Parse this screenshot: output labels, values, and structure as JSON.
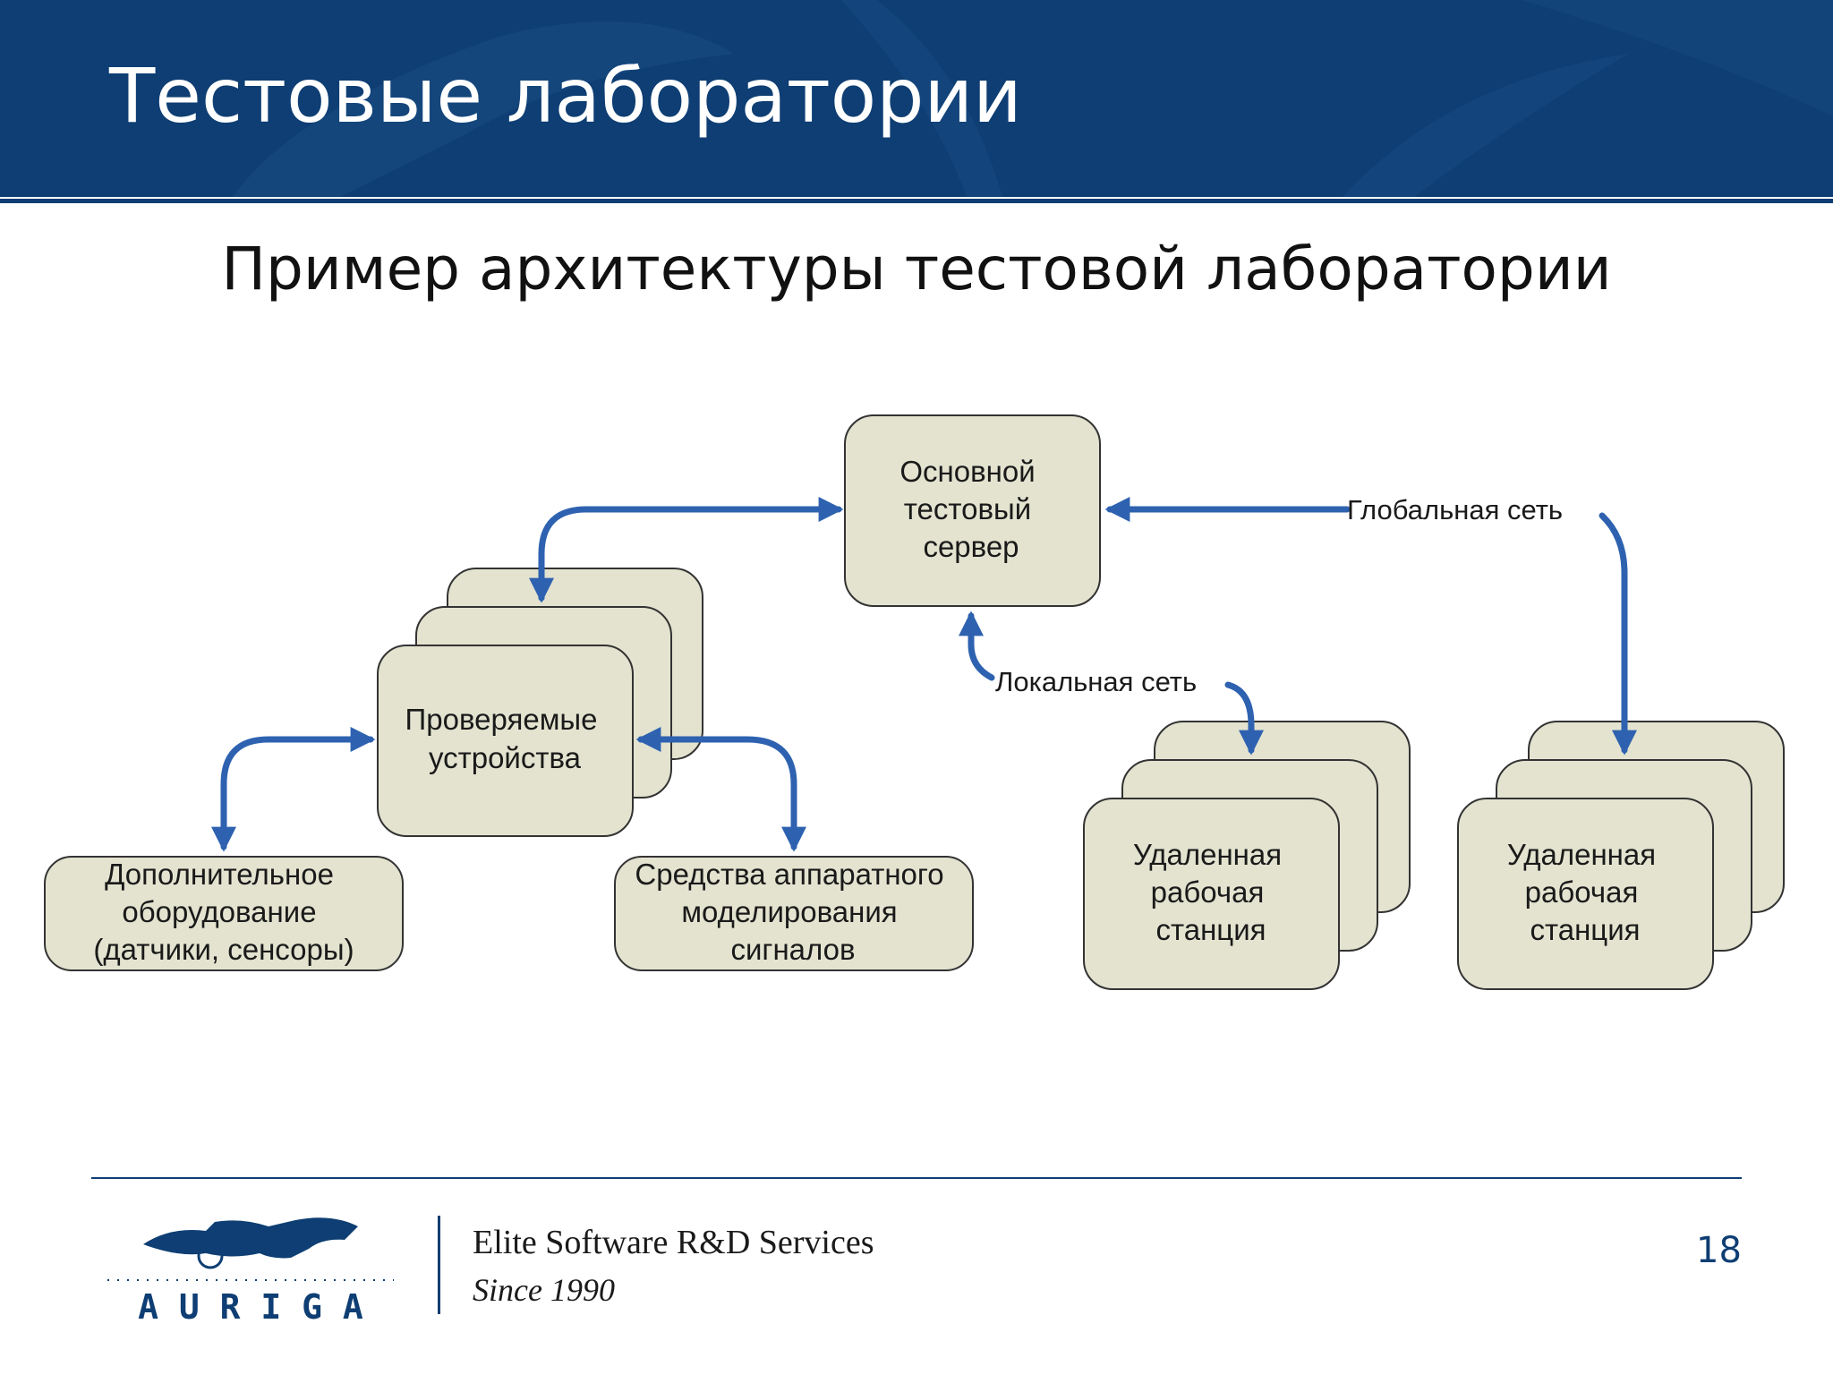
{
  "header": {
    "title": "Тестовые лаборатории"
  },
  "subtitle": "Пример архитектуры тестовой лаборатории",
  "diagram": {
    "nodes": {
      "server": [
        "Основной",
        "тестовый",
        "сервер"
      ],
      "devices": [
        "Проверяемые",
        "устройства"
      ],
      "extra": [
        "Дополнительное",
        "оборудование",
        "(датчики, сенсоры)"
      ],
      "hardware": [
        "Средства аппаратного",
        "моделирования",
        "сигналов"
      ],
      "ws_local": [
        "Удаленная",
        "рабочая",
        "станция"
      ],
      "ws_global": [
        "Удаленная",
        "рабочая",
        "станция"
      ]
    },
    "edges": {
      "global": "Глобальная сеть",
      "local": "Локальная сеть"
    },
    "colors": {
      "box_fill": "#e3e3d0",
      "box_stroke": "#333333",
      "arrow": "#2e62b0"
    }
  },
  "footer": {
    "logo_text": "A U R I G A",
    "tagline": "Elite Software R&D Services",
    "since": "Since 1990",
    "page": "18"
  }
}
